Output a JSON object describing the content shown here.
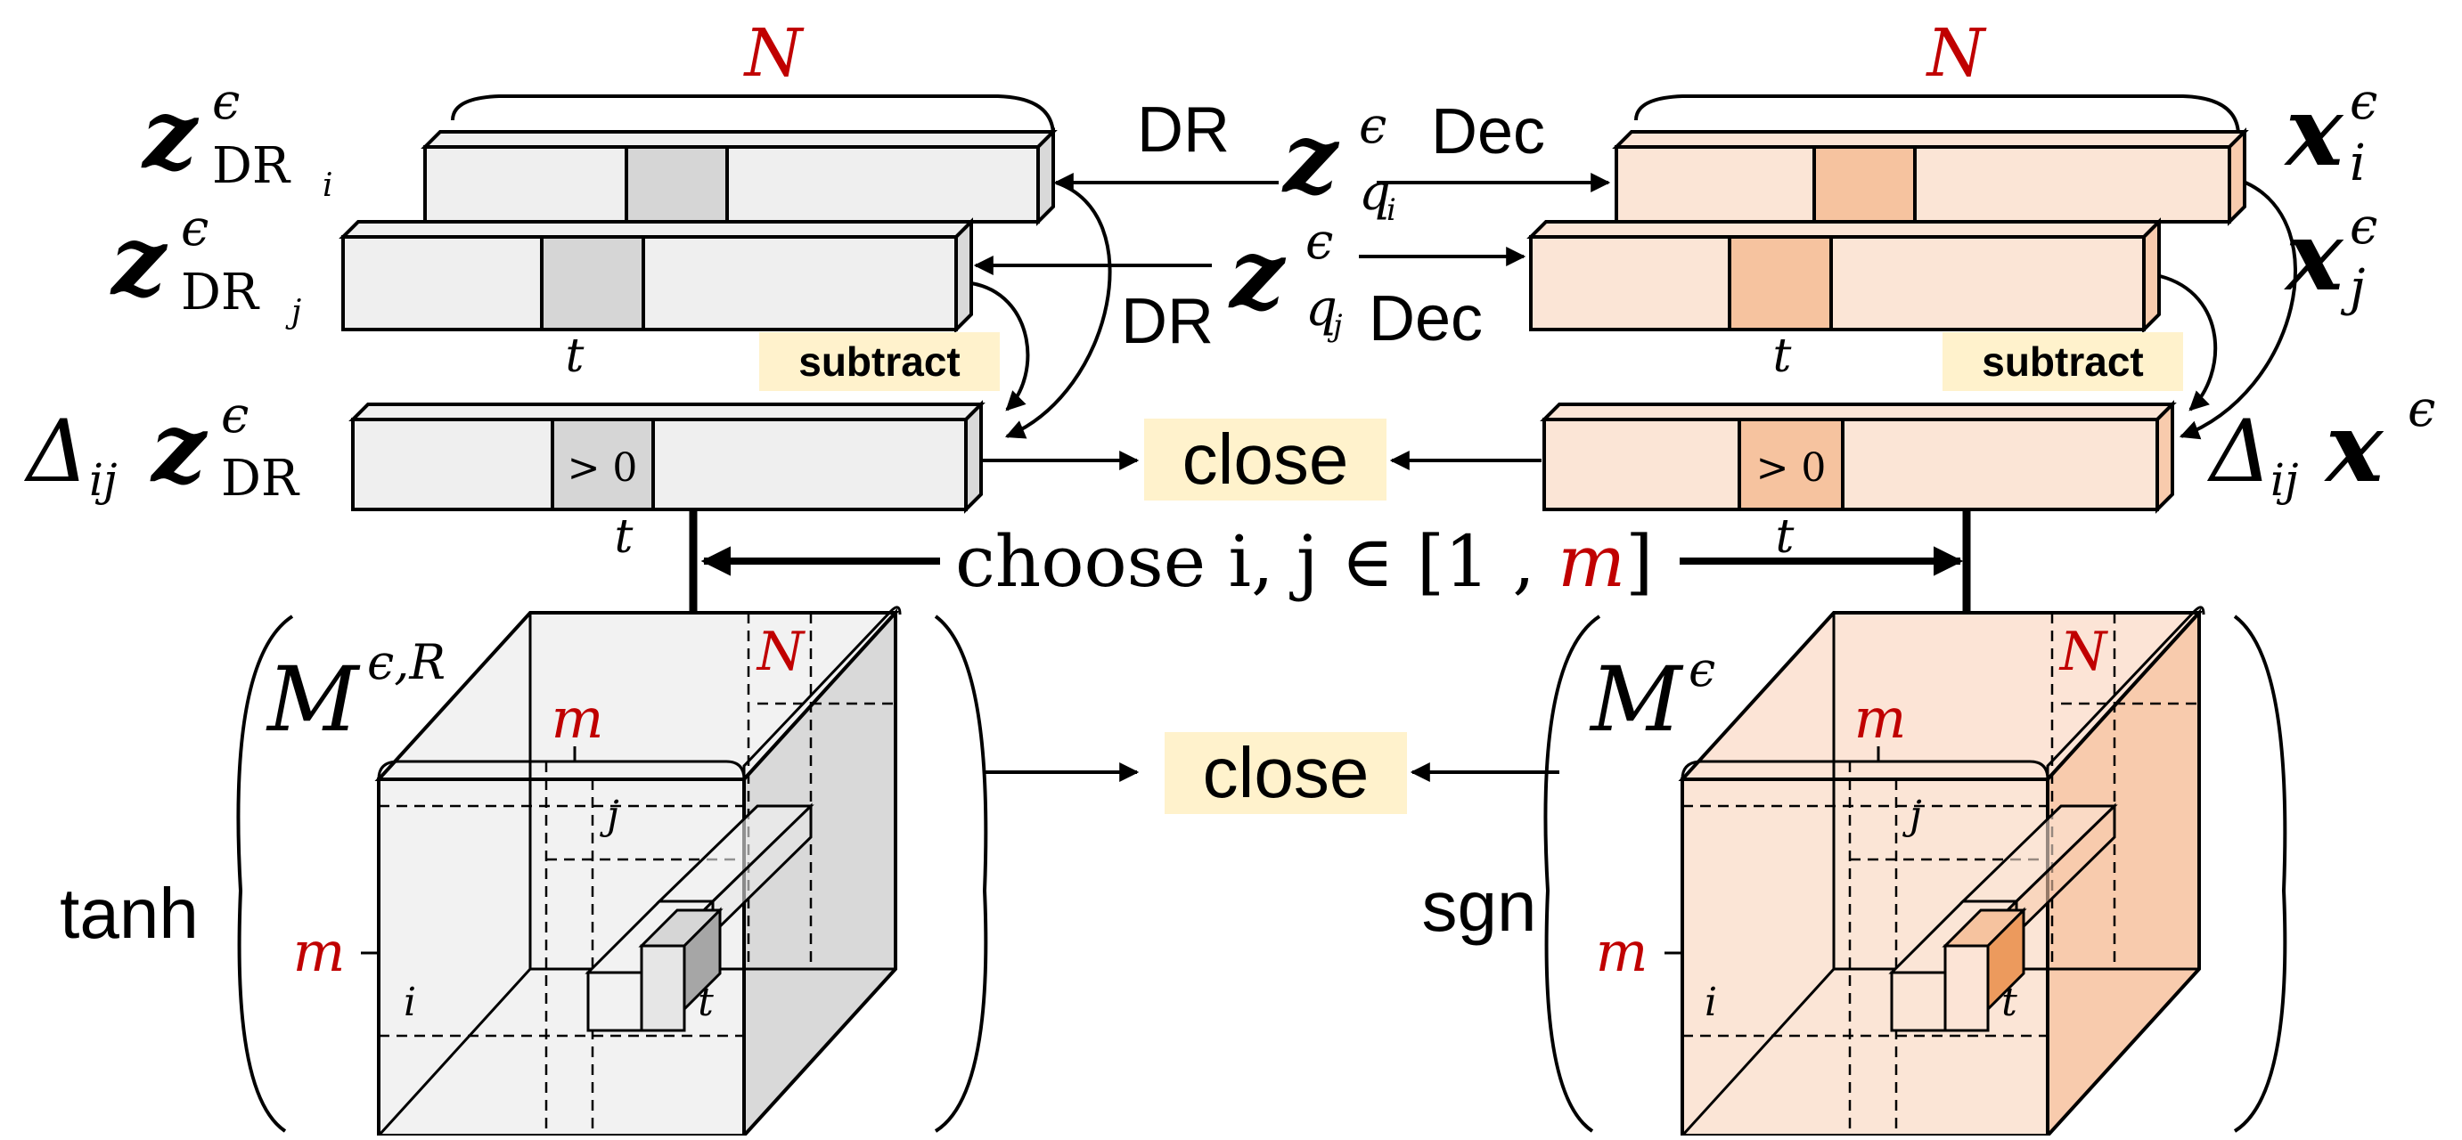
{
  "labels": {
    "N": "N",
    "t": "t",
    "m": "m",
    "i": "i",
    "j": "j",
    "gt0": "> 0",
    "DR": "DR",
    "Dec": "Dec",
    "subtract": "subtract",
    "close": "close",
    "tanh": "tanh",
    "sgn": "sgn",
    "choose_prefix": "choose  i, j ∈ [1 , ",
    "choose_m": "m",
    "choose_suffix": "]"
  },
  "math": {
    "z_dr_i": {
      "base": "z",
      "sup": "ϵ",
      "sub": "DR",
      "subsub": "i"
    },
    "z_dr_j": {
      "base": "z",
      "sup": "ϵ",
      "sub": "DR",
      "subsub": "j"
    },
    "delta_z": {
      "delta": "Δ",
      "deltasub": "ij",
      "base": "z",
      "sup": "ϵ",
      "sub": "DR"
    },
    "zq_i": {
      "base": "z",
      "sup": "ϵ",
      "sub": "q",
      "subsub": "i"
    },
    "zq_j": {
      "base": "z",
      "sup": "ϵ",
      "sub": "q",
      "subsub": "j"
    },
    "x_i": {
      "base": "x",
      "sup": "ϵ",
      "sub": "i"
    },
    "x_j": {
      "base": "x",
      "sup": "ϵ",
      "sub": "j"
    },
    "delta_x": {
      "delta": "Δ",
      "deltasub": "ij",
      "base": "x",
      "sup": "ϵ"
    },
    "M_left": {
      "base": "M",
      "sup": "ϵ,R"
    },
    "M_right": {
      "base": "M",
      "sup": "ϵ"
    }
  },
  "colors": {
    "gray_face": "#efefef",
    "gray_highlight": "#d6d6d6",
    "gray_side": "#d9d9d9",
    "gray_dark": "#a6a6a6",
    "peach_face": "#fbe5d6",
    "peach_highlight": "#f6c39f",
    "peach_side": "#f8cbad",
    "peach_dark": "#ec9a5d",
    "label_bg": "#fff2cc",
    "red": "#c00000",
    "stroke": "#000000"
  }
}
